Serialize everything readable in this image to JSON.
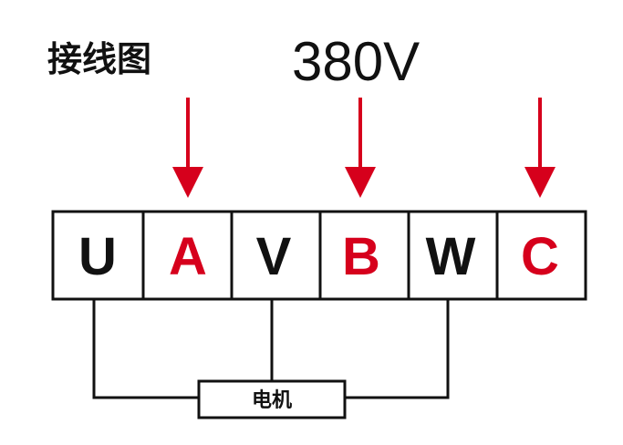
{
  "title": "接线图",
  "voltage": "380V",
  "terminals": [
    {
      "label": "U",
      "color": "#111111"
    },
    {
      "label": "A",
      "color": "#d6001c"
    },
    {
      "label": "V",
      "color": "#111111"
    },
    {
      "label": "B",
      "color": "#d6001c"
    },
    {
      "label": "W",
      "color": "#111111"
    },
    {
      "label": "C",
      "color": "#d6001c"
    }
  ],
  "motor_label": "电机",
  "colors": {
    "accent": "#d6001c",
    "line": "#111111"
  }
}
